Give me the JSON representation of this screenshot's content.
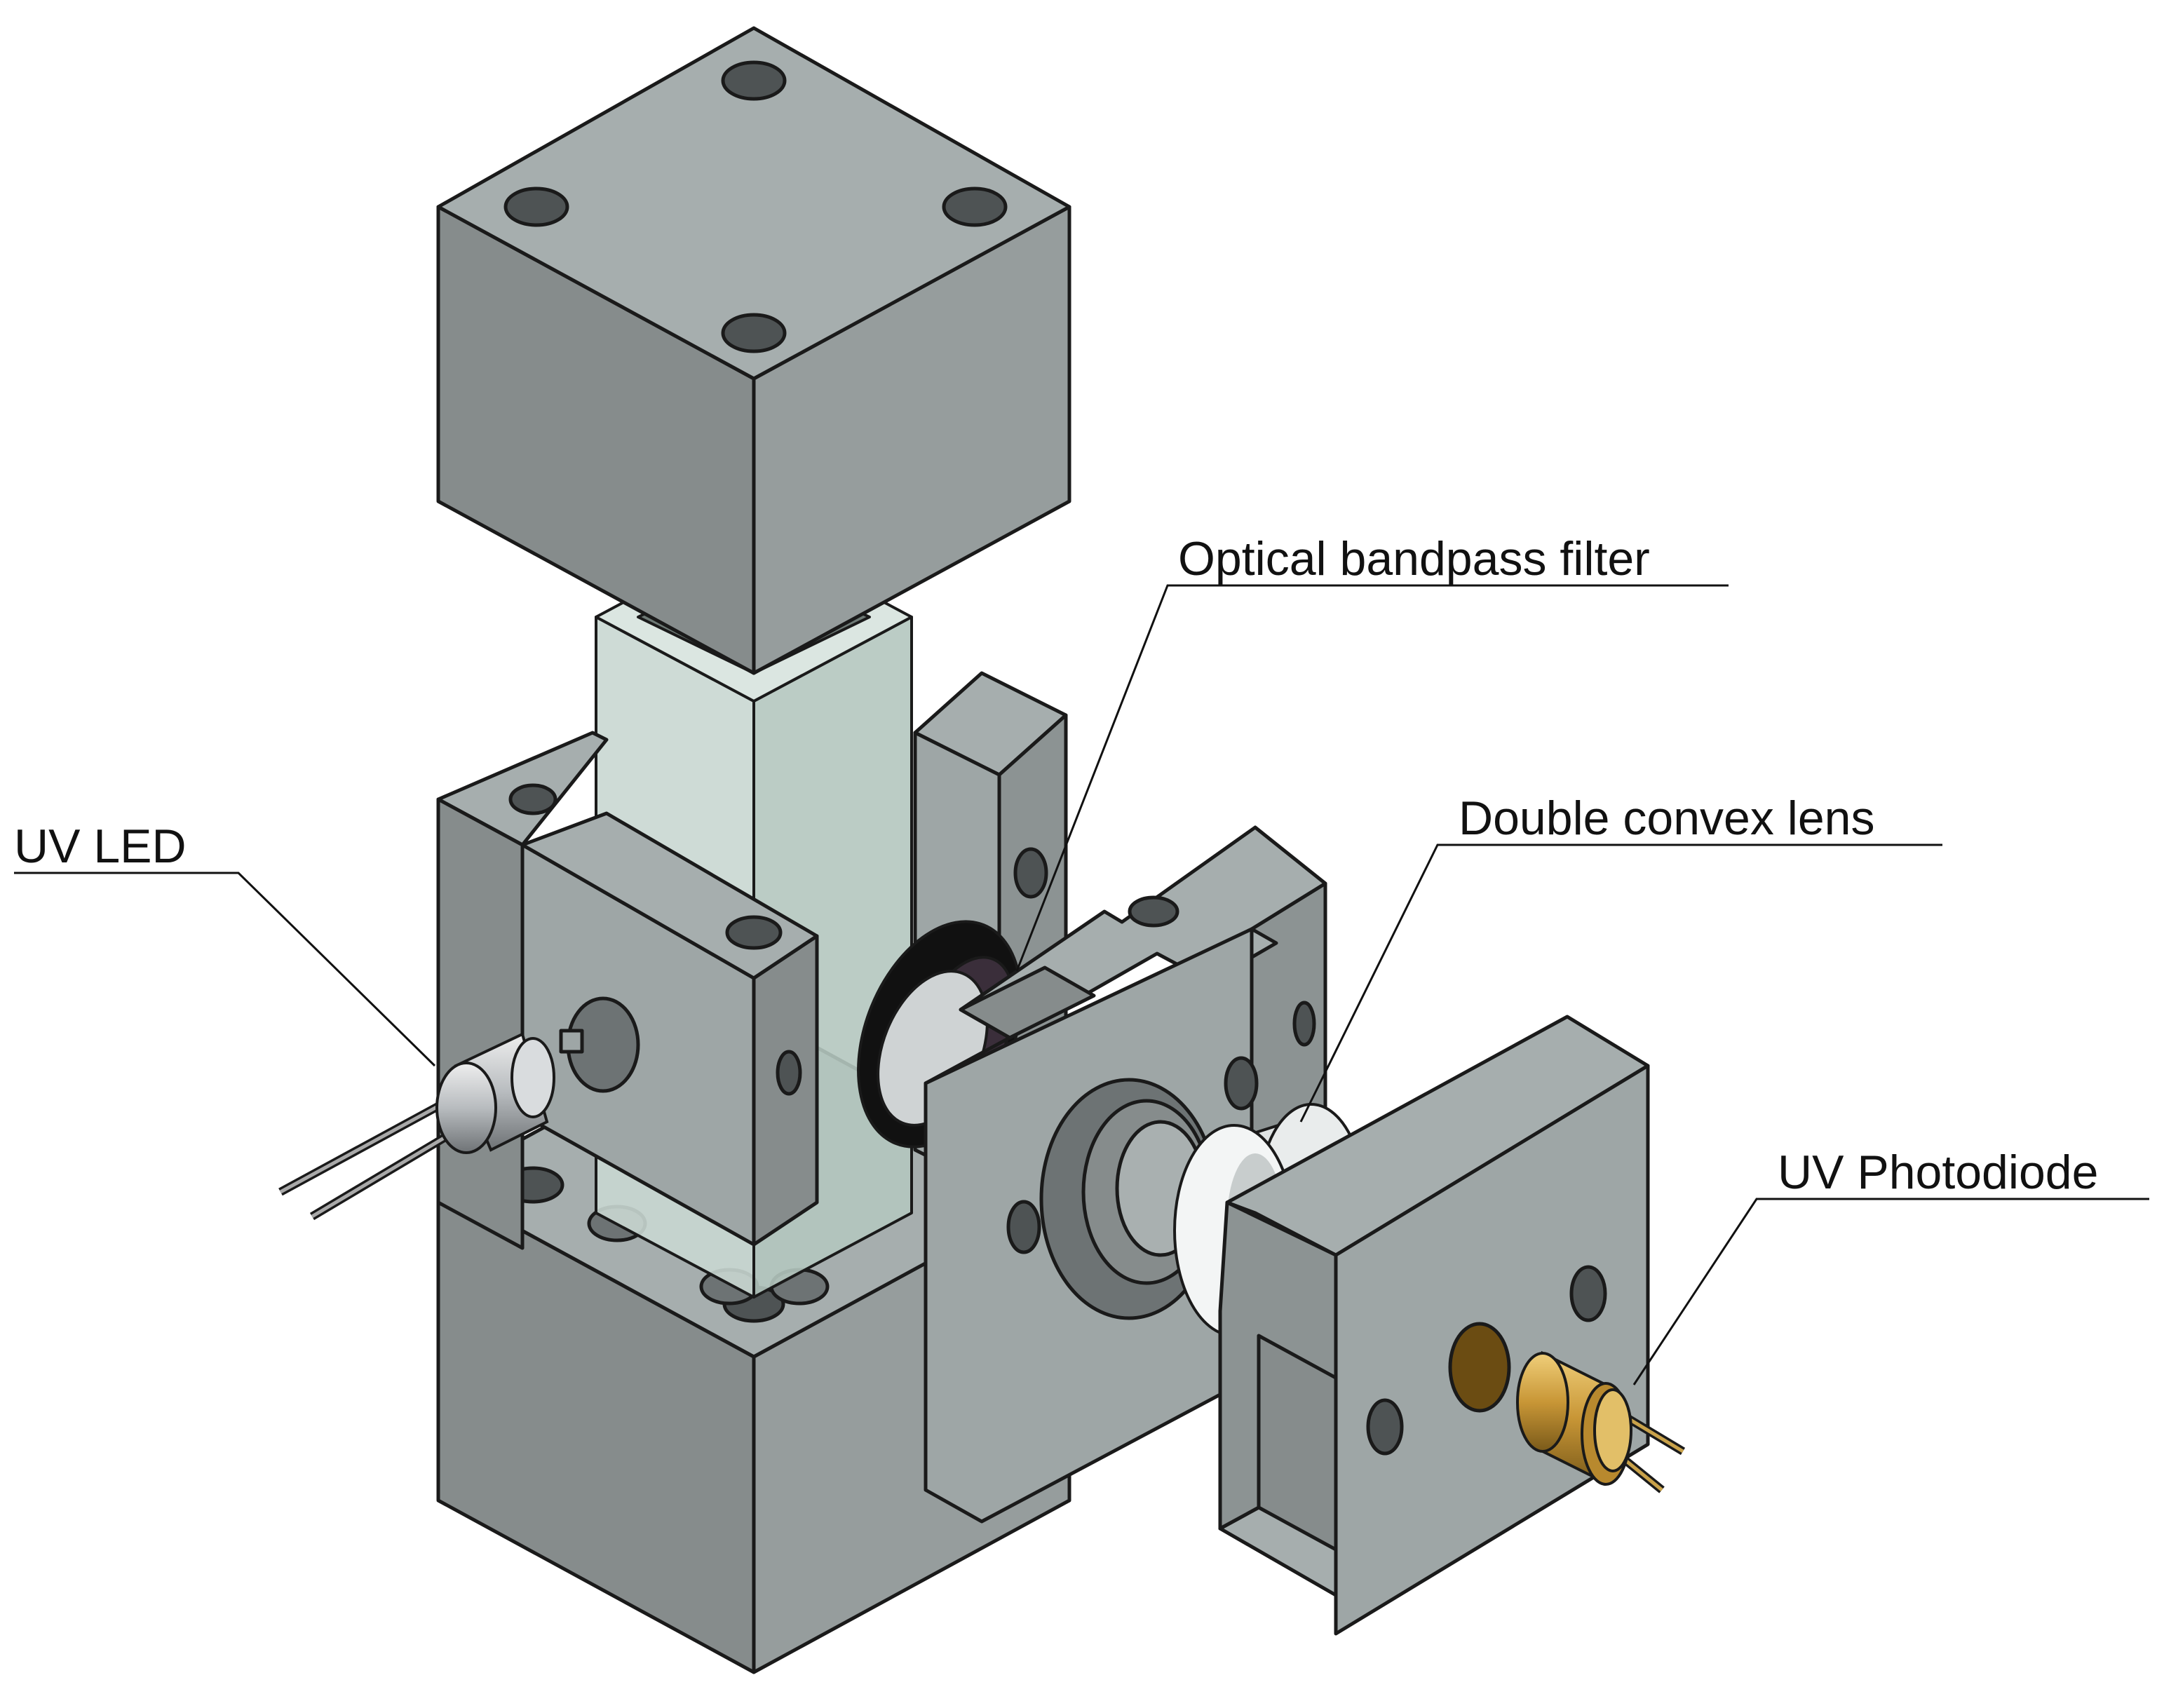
{
  "labels": {
    "filter": "Optical bandpass filter",
    "lens": "Double convex lens",
    "led": "UV LED",
    "photodiode": "UV Photodiode"
  },
  "colors": {
    "metal_top": "#a6aeae",
    "metal_left": "#868c8c",
    "metal_right": "#969d9d",
    "metal_front": "#9ea6a6",
    "hole": "#4e5354",
    "glass": "#c7d5cf",
    "glass_dark": "#9fb3ab",
    "brass": "#b8892e",
    "brass_light": "#e2bf68",
    "black": "#111111",
    "outline": "#1a1a1a"
  }
}
